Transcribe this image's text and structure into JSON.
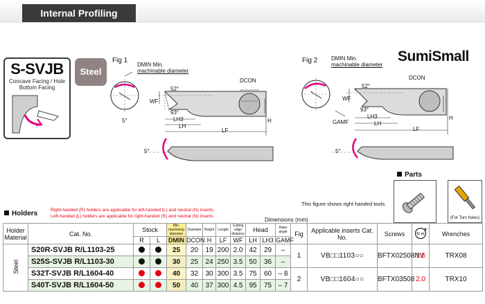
{
  "header": {
    "title": "Internal Profiling"
  },
  "series": {
    "code": "S-SVJB",
    "description": "Concave Facing / Hole Bottom Facing",
    "material": "Steel"
  },
  "brand": {
    "name": "SumiSmall"
  },
  "figures": {
    "fig1": {
      "label": "Fig 1",
      "dmin_note_1": "DMIN Min.",
      "dmin_note_2": "machinable diameter",
      "angle_top": "52°",
      "angle_bottom": "93°",
      "angle_side": "5°",
      "angle_lower": "5°",
      "labels": {
        "wf": "WF",
        "lh3": "LH3",
        "lh": "LH",
        "lf": "LF",
        "dcon": "DCON",
        "h": "H"
      }
    },
    "fig2": {
      "label": "Fig 2",
      "dmin_note_1": "DMIN Min.",
      "dmin_note_2": "machinable diameter",
      "angle_top": "52°",
      "angle_bottom": "93°",
      "angle_lower": "5°",
      "labels": {
        "wf": "WF",
        "gamf": "GAMF",
        "lh3": "LH3",
        "lh": "LH",
        "lf": "LF",
        "dcon": "DCON",
        "h": "H"
      }
    }
  },
  "fig_note": "This figure shows right handed tools.",
  "parts": {
    "title": "Parts",
    "torx_note": "(For Torx holes)"
  },
  "holders": {
    "title": "Holders",
    "note_1": "Right-handed (R) holders are applicable for left-handed (L) and neutral (N) inserts.",
    "note_2": "Left-handed (L) holders are applicable for right-handed (R) and neutral (N) inserts.",
    "dimensions_label": "Dimensions (mm)"
  },
  "table": {
    "headers": {
      "holder_material": "Holder Material",
      "cat_no": "Cat. No.",
      "stock": "Stock",
      "r": "R",
      "l": "L",
      "min_dia": "Min. machining diameter",
      "dmin": "DMIN",
      "diameter": "Diameter",
      "dcon": "DCON",
      "height": "Height",
      "h": "H",
      "length": "Length",
      "lf": "LF",
      "cutting_edge": "Cutting edge distance",
      "wf": "WF",
      "head": "Head",
      "lh": "LH",
      "lh3": "LH3",
      "rake": "Rake angle",
      "gamf": "GAMF",
      "fig": "Fig",
      "inserts": "Applicable inserts Cat. No.",
      "screws": "Screws",
      "torque": "N·m",
      "wrenches": "Wrenches"
    },
    "material": "Steel",
    "rows": [
      {
        "cat": "S20R-SVJB R/L1103-25",
        "r_stock": "black",
        "l_stock": "black",
        "dmin": "25",
        "dcon": "20",
        "h": "19",
        "lf": "200",
        "wf": "2.0",
        "lh": "42",
        "lh3": "29",
        "gamf": "–",
        "shade": false
      },
      {
        "cat": "S25S-SVJB R/L1103-30",
        "r_stock": "black",
        "l_stock": "black",
        "dmin": "30",
        "dcon": "25",
        "h": "24",
        "lf": "250",
        "wf": "3.5",
        "lh": "50",
        "lh3": "36",
        "gamf": "–",
        "shade": true
      },
      {
        "cat": "S32T-SVJB R/L1604-40",
        "r_stock": "red",
        "l_stock": "red",
        "dmin": "40",
        "dcon": "32",
        "h": "30",
        "lf": "300",
        "wf": "3.5",
        "lh": "75",
        "lh3": "60",
        "gamf": "– 8",
        "shade": false
      },
      {
        "cat": "S40T-SVJB R/L1604-50",
        "r_stock": "red",
        "l_stock": "red",
        "dmin": "50",
        "dcon": "40",
        "h": "37",
        "lf": "300",
        "wf": "4.5",
        "lh": "95",
        "lh3": "75",
        "gamf": "– 7",
        "shade": true
      }
    ],
    "groups": [
      {
        "fig": "1",
        "insert": "VB□□1103○○",
        "screw": "BFTX02508NV",
        "torque": "1.5",
        "wrench": "TRX08"
      },
      {
        "fig": "2",
        "insert": "VB□□1604○○",
        "screw": "BFTX03508",
        "torque": "2.0",
        "wrench": "TRX10"
      }
    ]
  },
  "colors": {
    "header_bg": "#3a3a3a",
    "steel_badge": "#8f8483",
    "stock_red": "#e60012",
    "highlight": "#fcee95",
    "row_shade": "#e7f3e4",
    "note_red": "#e60012",
    "drawing_magenta": "#e4007f"
  }
}
